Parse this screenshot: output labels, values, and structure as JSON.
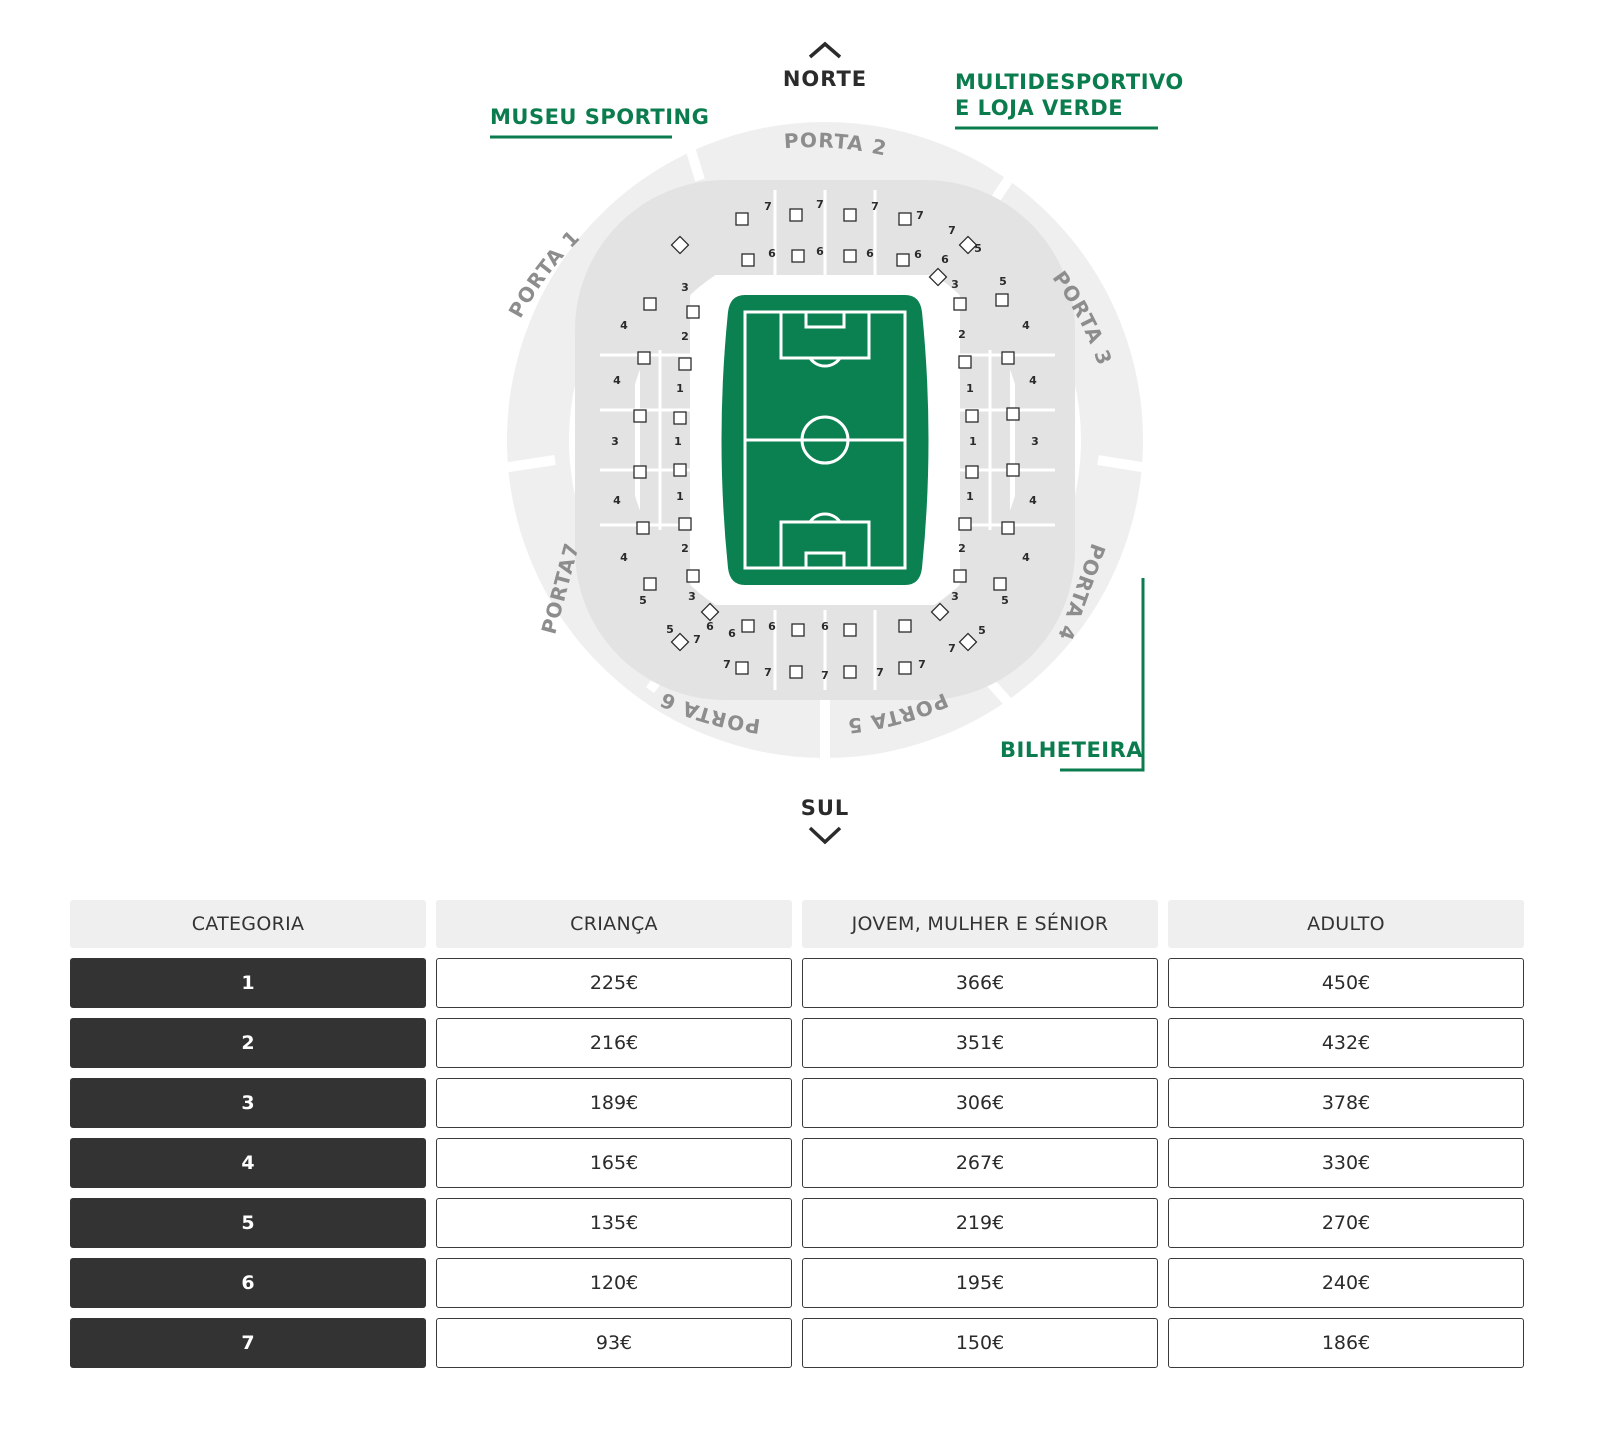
{
  "map": {
    "north_label": "NORTE",
    "south_label": "SUL",
    "gates": [
      "PORTA 1",
      "PORTA 2",
      "PORTA 3",
      "PORTA 4",
      "PORTA 5",
      "PORTA 6",
      "PORTA7"
    ],
    "pois": {
      "museum": "MUSEU SPORTING",
      "multisport_line1": "MULTIDESPORTIVO",
      "multisport_line2": "E LOJA VERDE",
      "ticket_office": "BILHETEIRA"
    },
    "colors": {
      "pitch": "#0b8152",
      "accent": "#0a7c4d",
      "stand": "#e2e2e2",
      "outer_ring": "#eeeeee"
    }
  },
  "table": {
    "headers": [
      "CATEGORIA",
      "CRIANÇA",
      "JOVEM, MULHER E SÉNIOR",
      "ADULTO"
    ],
    "rows": [
      [
        "1",
        "225€",
        "366€",
        "450€"
      ],
      [
        "2",
        "216€",
        "351€",
        "432€"
      ],
      [
        "3",
        "189€",
        "306€",
        "378€"
      ],
      [
        "4",
        "165€",
        "267€",
        "330€"
      ],
      [
        "5",
        "135€",
        "219€",
        "270€"
      ],
      [
        "6",
        "120€",
        "195€",
        "240€"
      ],
      [
        "7",
        "93€",
        "150€",
        "186€"
      ]
    ]
  }
}
